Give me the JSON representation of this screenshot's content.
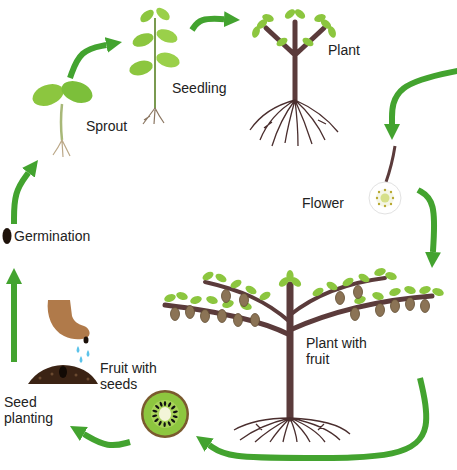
{
  "diagram": {
    "nodes": [
      {
        "text": [
          "Seed planting"
        ]
      },
      {
        "text": [
          "Germination"
        ]
      },
      {
        "text": [
          "Sprout"
        ]
      },
      {
        "text": [
          "Seedling"
        ]
      },
      {
        "text": [
          "Plant"
        ]
      },
      {
        "text": [
          "Flower"
        ]
      },
      {
        "text": [
          "Plant with fruit"
        ]
      },
      {
        "text": [
          "Fruit with seeds"
        ]
      }
    ],
    "edges": [
      {
        "from": 0,
        "to": 1,
        "arrow": "to"
      },
      {
        "from": 1,
        "to": 2,
        "arrow": "to"
      },
      {
        "from": 2,
        "to": 3,
        "arrow": "to"
      },
      {
        "from": 3,
        "to": 4,
        "arrow": "to"
      },
      {
        "from": 4,
        "to": 5,
        "arrow": "to"
      },
      {
        "from": 5,
        "to": 6,
        "arrow": "to"
      },
      {
        "from": 6,
        "to": 7,
        "arrow": "to"
      },
      {
        "from": 7,
        "to": 0,
        "arrow": "to"
      }
    ]
  }
}
